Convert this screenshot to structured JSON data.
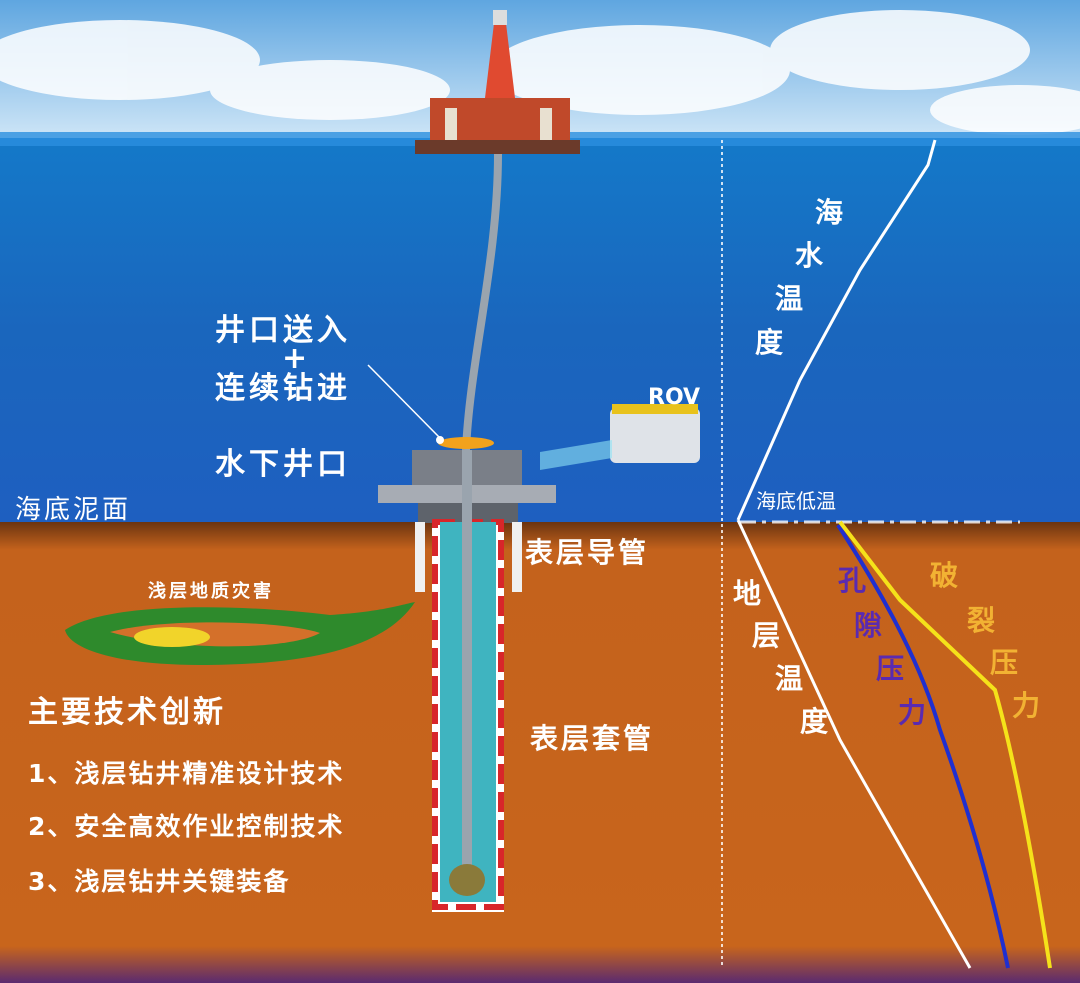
{
  "labels": {
    "wellhead_entry": "井口送入",
    "plus": "+",
    "continuous_drilling": "连续钻进",
    "subsea_wellhead": "水下井口",
    "mudline": "海底泥面",
    "rov": "ROV",
    "seabed_low_temp": "海底低温",
    "conductor": "表层导管",
    "surface_casing": "表层套管",
    "shallow_hazard": "浅层地质灾害"
  },
  "innovations": {
    "title": "主要技术创新",
    "items": [
      "1、浅层钻井精准设计技术",
      "2、安全高效作业控制技术",
      "3、浅层钻井关键装备"
    ]
  },
  "curves": {
    "seawater_temp": [
      "海",
      "水",
      "温",
      "度"
    ],
    "formation_temp": [
      "地",
      "层",
      "温",
      "度"
    ],
    "pore_pressure": [
      "孔",
      "隙",
      "压",
      "力"
    ],
    "fracture_pressure": [
      "破",
      "裂",
      "压",
      "力"
    ]
  },
  "colors": {
    "sky": "#8ec3ea",
    "sea": "#1e6fc4",
    "formation": "#c8651c",
    "pore_pressure": "#1f2fd0",
    "fracture_pressure": "#f5e21a",
    "pore_text": "#5a2ab0",
    "fracture_text": "#f2b233"
  }
}
